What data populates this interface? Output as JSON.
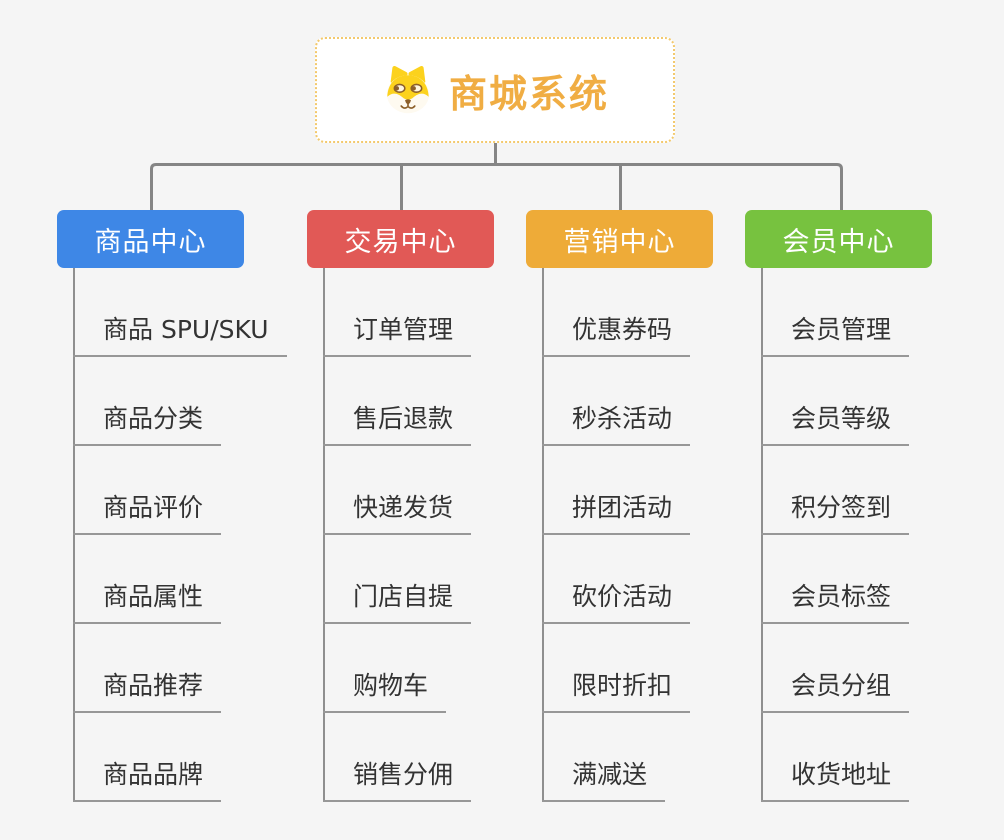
{
  "root": {
    "title": "商城系统",
    "icon": "dog-icon"
  },
  "branches": [
    {
      "label": "商品中心",
      "color": "#3e87e6",
      "items": [
        "商品 SPU/SKU",
        "商品分类",
        "商品评价",
        "商品属性",
        "商品推荐",
        "商品品牌"
      ]
    },
    {
      "label": "交易中心",
      "color": "#e15956",
      "items": [
        "订单管理",
        "售后退款",
        "快递发货",
        "门店自提",
        "购物车",
        "销售分佣"
      ]
    },
    {
      "label": "营销中心",
      "color": "#eeab38",
      "items": [
        "优惠券码",
        "秒杀活动",
        "拼团活动",
        "砍价活动",
        "限时折扣",
        "满减送"
      ]
    },
    {
      "label": "会员中心",
      "color": "#77c23f",
      "items": [
        "会员管理",
        "会员等级",
        "积分签到",
        "会员标签",
        "会员分组",
        "收货地址"
      ]
    }
  ],
  "colors": {
    "background": "#f5f5f5",
    "root_title": "#f0ad43",
    "root_border": "#f3c96d",
    "connector": "#858585",
    "underline": "#979797",
    "item_text": "#333333"
  }
}
